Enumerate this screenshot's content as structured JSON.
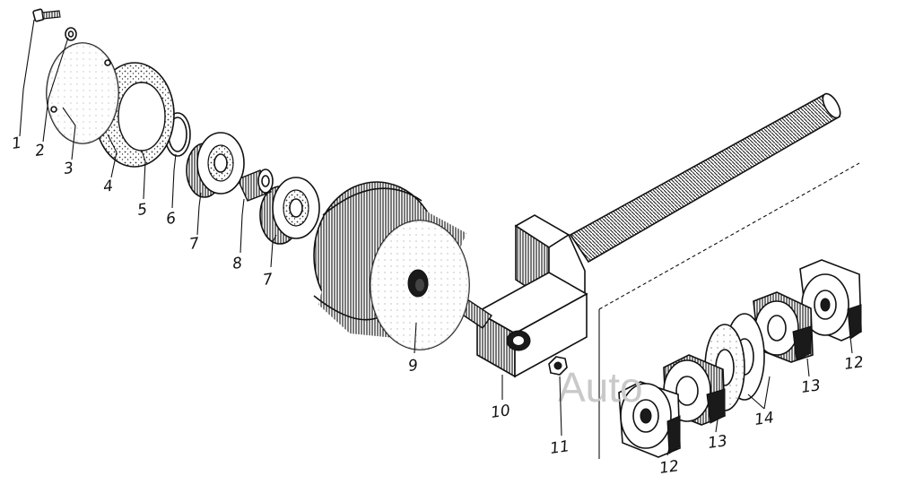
{
  "diagram": {
    "watermark": "Auto",
    "callouts": [
      {
        "id": "1",
        "text": "1"
      },
      {
        "id": "2",
        "text": "2"
      },
      {
        "id": "3",
        "text": "3"
      },
      {
        "id": "4",
        "text": "4"
      },
      {
        "id": "5",
        "text": "5"
      },
      {
        "id": "6",
        "text": "6"
      },
      {
        "id": "7a",
        "text": "7"
      },
      {
        "id": "8",
        "text": "8"
      },
      {
        "id": "7b",
        "text": "7"
      },
      {
        "id": "9",
        "text": "9"
      },
      {
        "id": "10",
        "text": "10"
      },
      {
        "id": "11",
        "text": "11"
      },
      {
        "id": "12a",
        "text": "12"
      },
      {
        "id": "13a",
        "text": "13"
      },
      {
        "id": "14",
        "text": "14"
      },
      {
        "id": "13b",
        "text": "13"
      },
      {
        "id": "12b",
        "text": "12"
      }
    ]
  }
}
